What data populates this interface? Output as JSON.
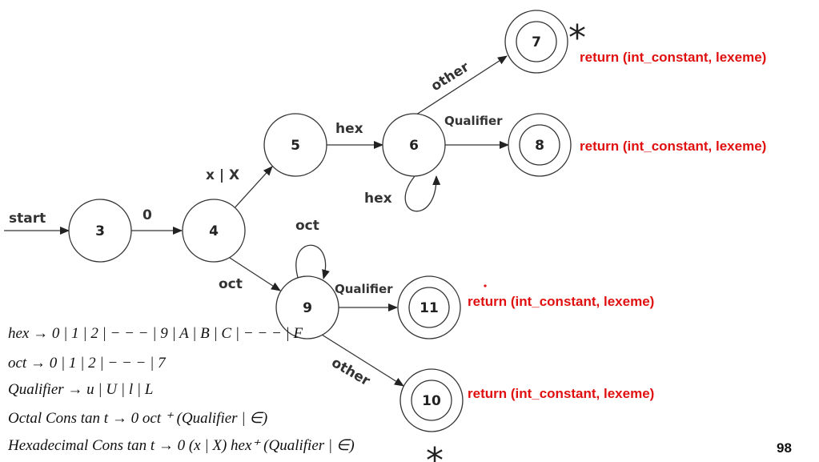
{
  "diagram": {
    "start_label": "start",
    "states": [
      "3",
      "4",
      "5",
      "6",
      "7",
      "8",
      "9",
      "10",
      "11"
    ],
    "edges": {
      "e_3_4": "0",
      "e_4_5": "x | X",
      "e_5_6": "hex",
      "e_6_6": "hex",
      "e_6_7": "other",
      "e_6_8": "Qualifier",
      "e_4_9": "oct",
      "e_9_9": "oct",
      "e_9_11": "Qualifier",
      "e_9_10": "other"
    },
    "actions": {
      "s7": "return (int_constant, lexeme)",
      "s8": "return (int_constant, lexeme)",
      "s11": "return (int_constant, lexeme)",
      "s10": "return (int_constant, lexeme)"
    },
    "retract_marks": [
      "*",
      "*"
    ]
  },
  "definitions": [
    "hex → 0 | 1 | 2 | − − − | 9 | A | B | C | − − − | F",
    "oct → 0 | 1 | 2 | − − − | 7",
    "Qualifier → u | U | l | L",
    "Octal Cons tan t → 0 oct ⁺ (Qualifier | ∈)",
    "Hexadecimal Cons tan t → 0 (x | X) hex⁺ (Qualifier | ∈)"
  ],
  "page_number": "98",
  "colors": {
    "action_text": "#e01010",
    "stroke": "#333333"
  }
}
